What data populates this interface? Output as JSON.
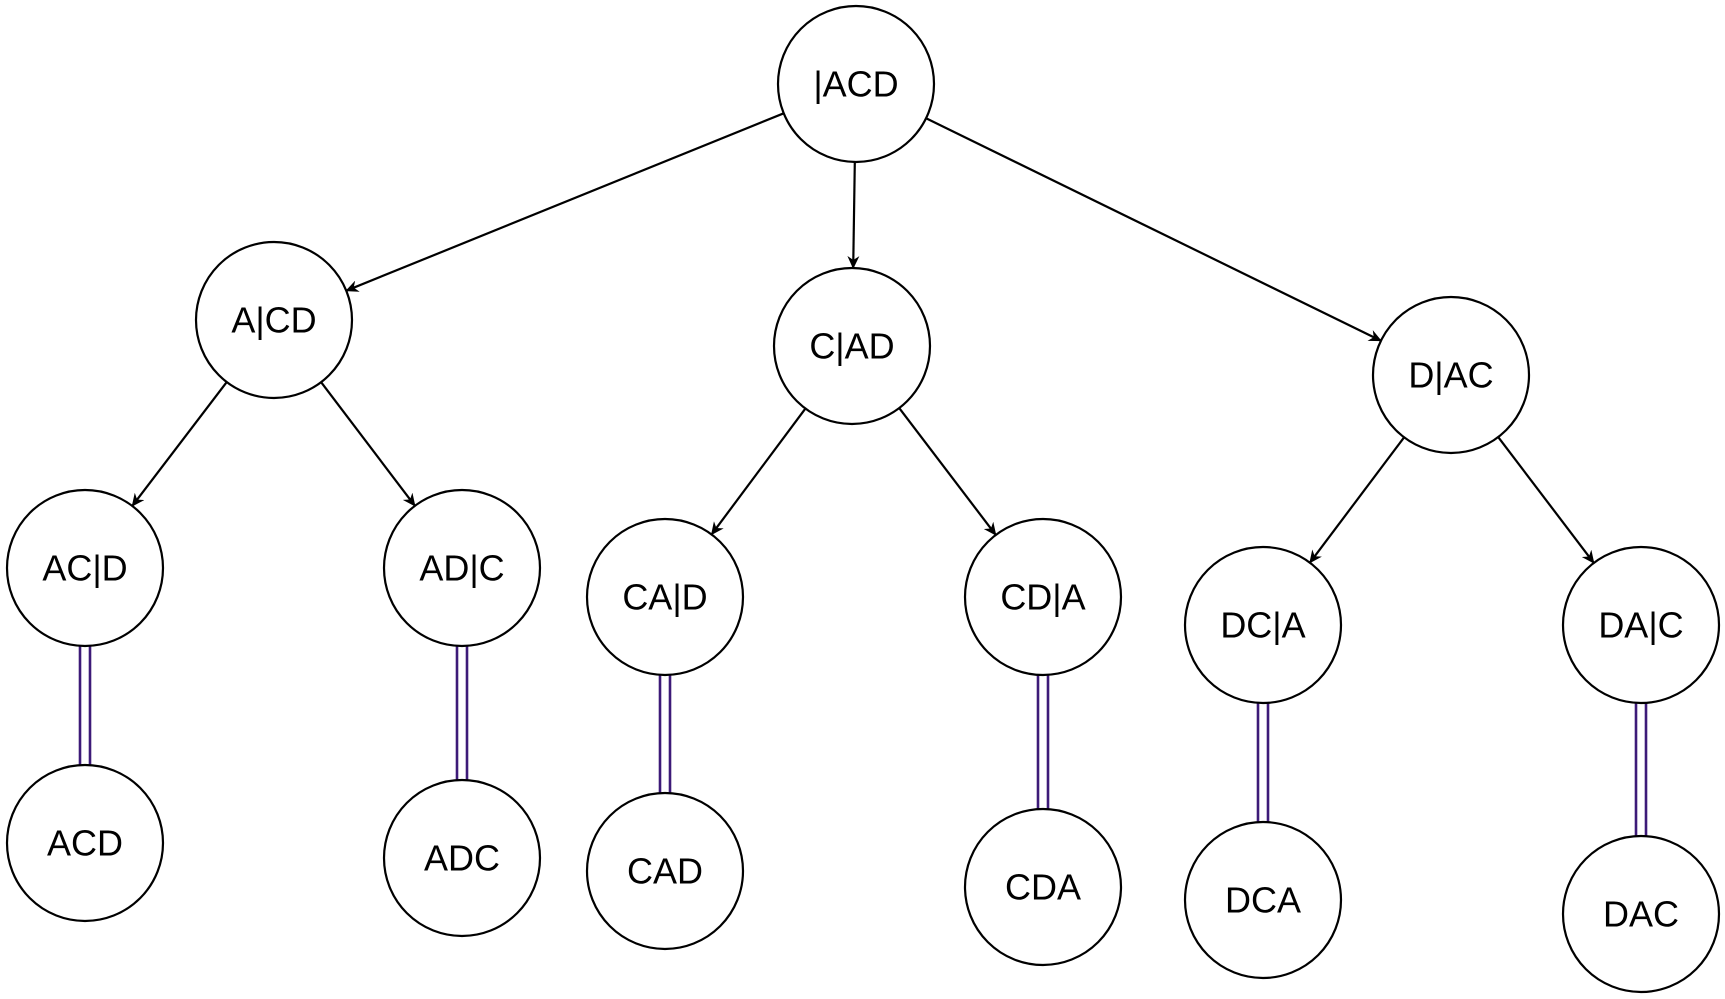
{
  "diagram": {
    "colors": {
      "stroke": "#000000",
      "node_fill": "#ffffff",
      "link": "#3d1a78",
      "background": "#ffffff"
    },
    "nodes": [
      {
        "id": "root",
        "label": "|ACD"
      },
      {
        "id": "a",
        "label": "A|CD"
      },
      {
        "id": "c",
        "label": "C|AD"
      },
      {
        "id": "d",
        "label": "D|AC"
      },
      {
        "id": "ac",
        "label": "AC|D"
      },
      {
        "id": "ad",
        "label": "AD|C"
      },
      {
        "id": "ca",
        "label": "CA|D"
      },
      {
        "id": "cd",
        "label": "CD|A"
      },
      {
        "id": "dc",
        "label": "DC|A"
      },
      {
        "id": "da",
        "label": "DA|C"
      },
      {
        "id": "acd",
        "label": "ACD"
      },
      {
        "id": "adc",
        "label": "ADC"
      },
      {
        "id": "cad",
        "label": "CAD"
      },
      {
        "id": "cda",
        "label": "CDA"
      },
      {
        "id": "dca",
        "label": "DCA"
      },
      {
        "id": "dac",
        "label": "DAC"
      }
    ],
    "arrow_edges": [
      {
        "from": "root",
        "to": "a"
      },
      {
        "from": "root",
        "to": "c"
      },
      {
        "from": "root",
        "to": "d"
      },
      {
        "from": "a",
        "to": "ac"
      },
      {
        "from": "a",
        "to": "ad"
      },
      {
        "from": "c",
        "to": "ca"
      },
      {
        "from": "c",
        "to": "cd"
      },
      {
        "from": "d",
        "to": "dc"
      },
      {
        "from": "d",
        "to": "da"
      }
    ],
    "double_edges": [
      {
        "from": "ac",
        "to": "acd"
      },
      {
        "from": "ad",
        "to": "adc"
      },
      {
        "from": "ca",
        "to": "cad"
      },
      {
        "from": "cd",
        "to": "cda"
      },
      {
        "from": "dc",
        "to": "dca"
      },
      {
        "from": "da",
        "to": "dac"
      }
    ]
  }
}
